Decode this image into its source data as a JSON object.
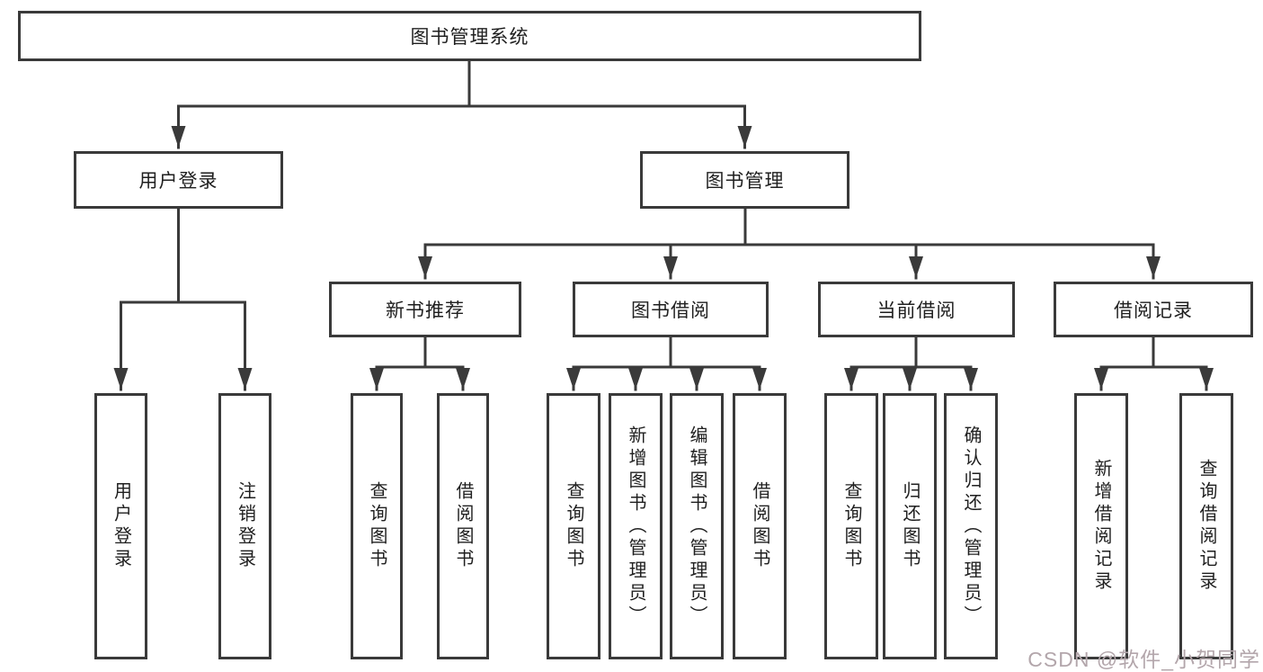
{
  "tree": {
    "root": {
      "label": "图书管理系统"
    },
    "level2": [
      {
        "label": "用户登录"
      },
      {
        "label": "图书管理"
      }
    ],
    "level3": [
      {
        "label": "新书推荐"
      },
      {
        "label": "图书借阅"
      },
      {
        "label": "当前借阅"
      },
      {
        "label": "借阅记录"
      }
    ],
    "leaves": {
      "login": [
        {
          "label": "用户登录"
        },
        {
          "label": "注销登录"
        }
      ],
      "recommend": [
        {
          "label": "查询图书"
        },
        {
          "label": "借阅图书"
        }
      ],
      "borrow": [
        {
          "label": "查询图书"
        },
        {
          "label": "新增图书（管理员）"
        },
        {
          "label": "编辑图书（管理员）"
        },
        {
          "label": "借阅图书"
        }
      ],
      "current": [
        {
          "label": "查询图书"
        },
        {
          "label": "归还图书"
        },
        {
          "label": "确认归还（管理员）"
        }
      ],
      "records": [
        {
          "label": "新增借阅记录"
        },
        {
          "label": "查询借阅记录"
        }
      ]
    }
  },
  "watermark": {
    "text": "CSDN @软件_小贺同学"
  },
  "colors": {
    "line": "#3a3a3a",
    "text": "#1f1f1f",
    "background": "#ffffff",
    "watermark": "#b3a6ab"
  }
}
